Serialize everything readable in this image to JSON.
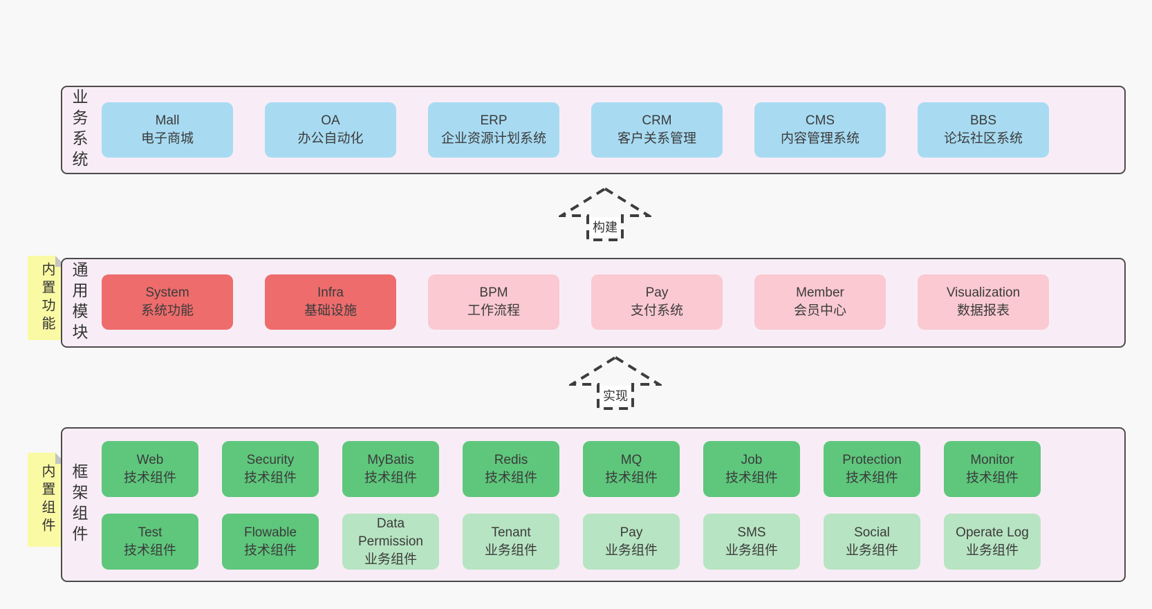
{
  "colors": {
    "page_bg": "#f8f8f8",
    "panel_bg": "#f8edf6",
    "panel_border": "#4b4b4b",
    "business_box": "#a8dbf2",
    "module_emphasis_box": "#ee6c6c",
    "module_box": "#fac9d2",
    "tech_component_box": "#5ec77c",
    "biz_component_box": "#b7e4c2",
    "sticky_note": "#fafaa4",
    "text": "#3b3b3b"
  },
  "arrows": {
    "build_label": "构建",
    "implement_label": "实现"
  },
  "notes": {
    "modules": "内置功能",
    "components": "内置组件"
  },
  "sections": {
    "business": {
      "label": "业务系统",
      "boxes": [
        {
          "en": "Mall",
          "zh": "电子商城"
        },
        {
          "en": "OA",
          "zh": "办公自动化"
        },
        {
          "en": "ERP",
          "zh": "企业资源计划系统"
        },
        {
          "en": "CRM",
          "zh": "客户关系管理"
        },
        {
          "en": "CMS",
          "zh": "内容管理系统"
        },
        {
          "en": "BBS",
          "zh": "论坛社区系统"
        }
      ]
    },
    "modules": {
      "label": "通用模块",
      "boxes": [
        {
          "en": "System",
          "zh": "系统功能"
        },
        {
          "en": "Infra",
          "zh": "基础设施"
        },
        {
          "en": "BPM",
          "zh": "工作流程"
        },
        {
          "en": "Pay",
          "zh": "支付系统"
        },
        {
          "en": "Member",
          "zh": "会员中心"
        },
        {
          "en": "Visualization",
          "zh": "数据报表"
        }
      ]
    },
    "components": {
      "label": "框架组件",
      "row1": [
        {
          "en": "Web",
          "zh": "技术组件"
        },
        {
          "en": "Security",
          "zh": "技术组件"
        },
        {
          "en": "MyBatis",
          "zh": "技术组件"
        },
        {
          "en": "Redis",
          "zh": "技术组件"
        },
        {
          "en": "MQ",
          "zh": "技术组件"
        },
        {
          "en": "Job",
          "zh": "技术组件"
        },
        {
          "en": "Protection",
          "zh": "技术组件"
        },
        {
          "en": "Monitor",
          "zh": "技术组件"
        }
      ],
      "row2": [
        {
          "en": "Test",
          "zh": "技术组件"
        },
        {
          "en": "Flowable",
          "zh": "技术组件"
        },
        {
          "en": "Data Permission",
          "zh": "业务组件"
        },
        {
          "en": "Tenant",
          "zh": "业务组件"
        },
        {
          "en": "Pay",
          "zh": "业务组件"
        },
        {
          "en": "SMS",
          "zh": "业务组件"
        },
        {
          "en": "Social",
          "zh": "业务组件"
        },
        {
          "en": "Operate Log",
          "zh": "业务组件"
        }
      ]
    }
  }
}
